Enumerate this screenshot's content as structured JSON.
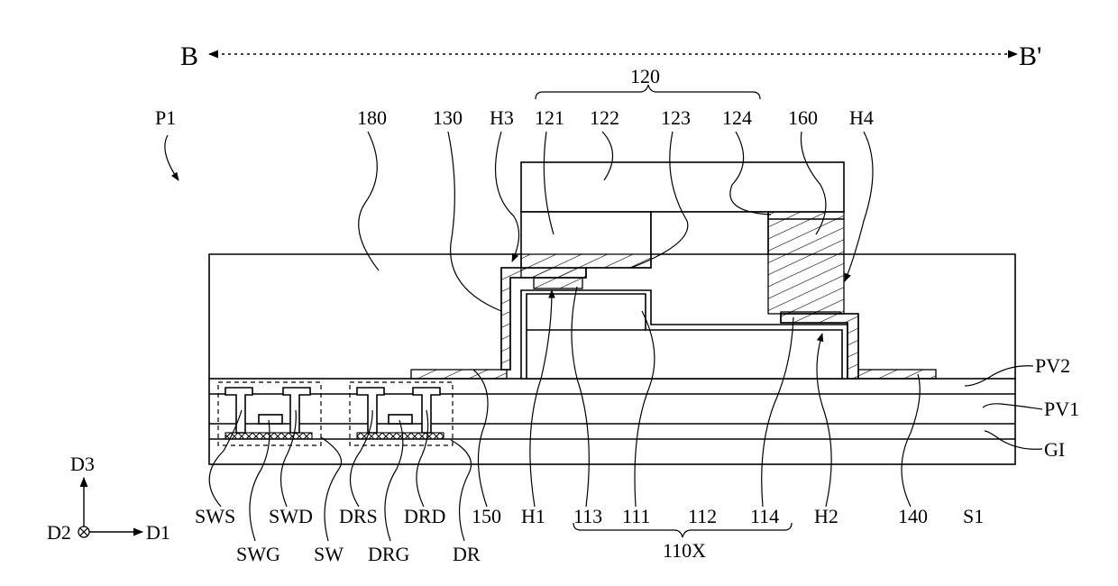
{
  "section": {
    "left": "B",
    "right": "B'"
  },
  "labels": {
    "l120": "120",
    "P1": "P1",
    "l180": "180",
    "l130": "130",
    "H3": "H3",
    "l121": "121",
    "l122": "122",
    "l123": "123",
    "l124": "124",
    "l160": "160",
    "H4": "H4",
    "PV2": "PV2",
    "PV1": "PV1",
    "GI": "GI",
    "SWS": "SWS",
    "SWD": "SWD",
    "DRS": "DRS",
    "DRD": "DRD",
    "l150": "150",
    "H1": "H1",
    "l113": "113",
    "l111": "111",
    "l112": "112",
    "l114": "114",
    "H2": "H2",
    "l140": "140",
    "S1": "S1",
    "SWG": "SWG",
    "SW": "SW",
    "DRG": "DRG",
    "DR": "DR",
    "l110X": "110X"
  },
  "axes": {
    "d3": "D3",
    "d2": "D2",
    "d1": "D1"
  }
}
